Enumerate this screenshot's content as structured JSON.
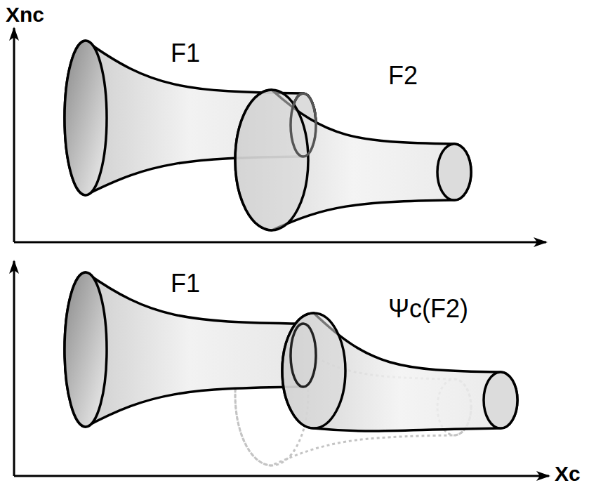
{
  "diagram": {
    "labels": [
      "Xnc",
      "F1",
      "F2",
      "F1",
      "Ψc(F2)",
      "Xc"
    ]
  }
}
